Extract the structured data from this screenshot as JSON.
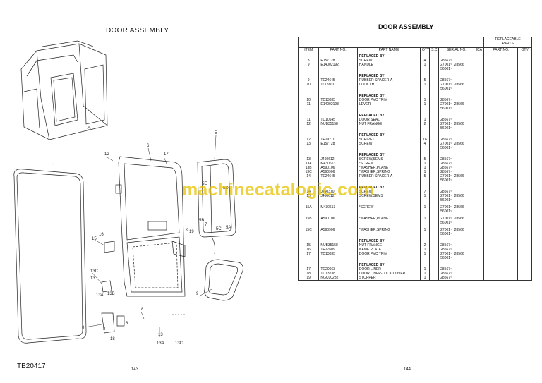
{
  "left_page": {
    "title": "DOOR ASSEMBLY",
    "plate_id": "TB20417",
    "page_number": "143",
    "callouts": [
      "5",
      "5A",
      "5B",
      "5C",
      "5D",
      "5E",
      "6",
      "7",
      "8",
      "8",
      "8",
      "8",
      "9",
      "9",
      "11",
      "12",
      "13",
      "13",
      "13A",
      "13B",
      "13C",
      "13A",
      "13C",
      "15",
      "16",
      "17",
      "18",
      "19"
    ]
  },
  "right_page": {
    "title": "DOOR ASSEMBLY",
    "page_number": "144",
    "headers": {
      "item": "ITEM",
      "part_no": "PART NO.",
      "part_name": "PART NAME",
      "qty": "QTY",
      "sc": "S.C",
      "serial_no": "SERIAL NO.",
      "ica": "ICA",
      "replaceable": "REPLACEABLE\nPARTS",
      "rp_part_no": "PART NO.",
      "rp_qty": "QTY"
    },
    "rows": [
      {
        "type": "rep",
        "text": "REPLACED BY"
      },
      {
        "type": "part",
        "item": "8",
        "part_no": "E157728",
        "name": "SCREW",
        "qty": "4",
        "serial": "28567~"
      },
      {
        "type": "part",
        "item": "9",
        "part_no": "E14002192",
        "name": "HANDLE",
        "qty": "1",
        "serial": "27001~  28566\n56001~"
      },
      {
        "type": "gap"
      },
      {
        "type": "rep",
        "text": "REPLACED BY"
      },
      {
        "type": "part",
        "item": "9",
        "part_no": "TE24645",
        "name": "RUBBER SPACER-A",
        "qty": "5",
        "serial": "28567~"
      },
      {
        "type": "part",
        "item": "10",
        "part_no": "TD09910",
        "name": "LOCK LH",
        "qty": "1",
        "serial": "27001~  28566\n56001~"
      },
      {
        "type": "gap"
      },
      {
        "type": "rep",
        "text": "REPLACED BY"
      },
      {
        "type": "part",
        "item": "10",
        "part_no": "TD13035",
        "name": "DOOR PVC TRIM",
        "qty": "1",
        "serial": "28567~"
      },
      {
        "type": "part",
        "item": "11",
        "part_no": "E14002193",
        "name": "LEVER",
        "qty": "1",
        "serial": "27001~  28566\n56001~"
      },
      {
        "type": "gap"
      },
      {
        "type": "rep",
        "text": "REPLACED BY"
      },
      {
        "type": "part",
        "item": "11",
        "part_no": "TD10145",
        "name": "DOOR SEAL",
        "qty": "1",
        "serial": "28567~"
      },
      {
        "type": "part",
        "item": "12",
        "part_no": "NUB35158",
        "name": "NUT FRANGE",
        "qty": "2",
        "serial": "27001~  28566\n56001~"
      },
      {
        "type": "gap"
      },
      {
        "type": "rep",
        "text": "REPLACED BY"
      },
      {
        "type": "part",
        "item": "12",
        "part_no": "TE29710",
        "name": "SCRIVET",
        "qty": "16",
        "serial": "28567~"
      },
      {
        "type": "part",
        "item": "13",
        "part_no": "E157728",
        "name": "SCREW",
        "qty": "4",
        "serial": "27001~  28566\n56001~"
      },
      {
        "type": "gap"
      },
      {
        "type": "rep",
        "text": "REPLACED BY"
      },
      {
        "type": "part",
        "item": "13",
        "part_no": "J460612",
        "name": "SCREW,SEMS",
        "qty": "5",
        "serial": "28567~"
      },
      {
        "type": "part",
        "item": "13A",
        "part_no": "M430613",
        "name": "*SCREW",
        "qty": "1",
        "serial": "28567~"
      },
      {
        "type": "part",
        "item": "13B",
        "part_no": "A590106",
        "name": "*WASHER,PLANE",
        "qty": "1",
        "serial": "28567~"
      },
      {
        "type": "part",
        "item": "13C",
        "part_no": "A590906",
        "name": "*WASHER,SPRING",
        "qty": "1",
        "serial": "28567~"
      },
      {
        "type": "part",
        "item": "14",
        "part_no": "TE24645",
        "name": "RUBBER SPACER-A",
        "qty": "5",
        "serial": "27001~  28566\n56001~"
      },
      {
        "type": "gap"
      },
      {
        "type": "rep",
        "text": "REPLACED BY"
      },
      {
        "type": "part",
        "item": "14",
        "part_no": "J460310",
        "name": "SCREW",
        "qty": "7",
        "serial": "28567~"
      },
      {
        "type": "part",
        "item": "15",
        "part_no": "J460612",
        "name": "SCREW,SEMS",
        "qty": "1",
        "serial": "27001~  28566\n56001~"
      },
      {
        "type": "gap"
      },
      {
        "type": "part",
        "item": "15A",
        "part_no": "M430613",
        "name": "*SCREW",
        "qty": "1",
        "serial": "27001~  28566\n56001~"
      },
      {
        "type": "gap"
      },
      {
        "type": "part",
        "item": "15B",
        "part_no": "A590106",
        "name": "*WASHER,PLANE",
        "qty": "1",
        "serial": "27001~  28566\n56001~"
      },
      {
        "type": "gap"
      },
      {
        "type": "part",
        "item": "15C",
        "part_no": "A590906",
        "name": "*WASHER,SPRING",
        "qty": "1",
        "serial": "27001~  28566\n56001~"
      },
      {
        "type": "gap"
      },
      {
        "type": "rep",
        "text": "REPLACED BY"
      },
      {
        "type": "part",
        "item": "15",
        "part_no": "NUB35158",
        "name": "NUT FRANGE",
        "qty": "2",
        "serial": "28567~"
      },
      {
        "type": "part",
        "item": "16",
        "part_no": "TE27609",
        "name": "NAME PLATE",
        "qty": "1",
        "serial": "28567~"
      },
      {
        "type": "part",
        "item": "17",
        "part_no": "TD13035",
        "name": "DOOR PVC TRIM",
        "qty": "1",
        "serial": "27001~  28566\n56001~"
      },
      {
        "type": "gap"
      },
      {
        "type": "rep",
        "text": "REPLACED BY"
      },
      {
        "type": "part",
        "item": "17",
        "part_no": "TC20663",
        "name": "DOOR LINER",
        "qty": "1",
        "serial": "28567~"
      },
      {
        "type": "part",
        "item": "18",
        "part_no": "TD13238",
        "name": "DOOR LINER-LOCK COVER",
        "qty": "1",
        "serial": "28567~"
      },
      {
        "type": "part",
        "item": "19",
        "part_no": "NGC00232",
        "name": "STOPPER",
        "qty": "1",
        "serial": "28567~"
      }
    ]
  },
  "watermark": "machinecatalogic.com"
}
